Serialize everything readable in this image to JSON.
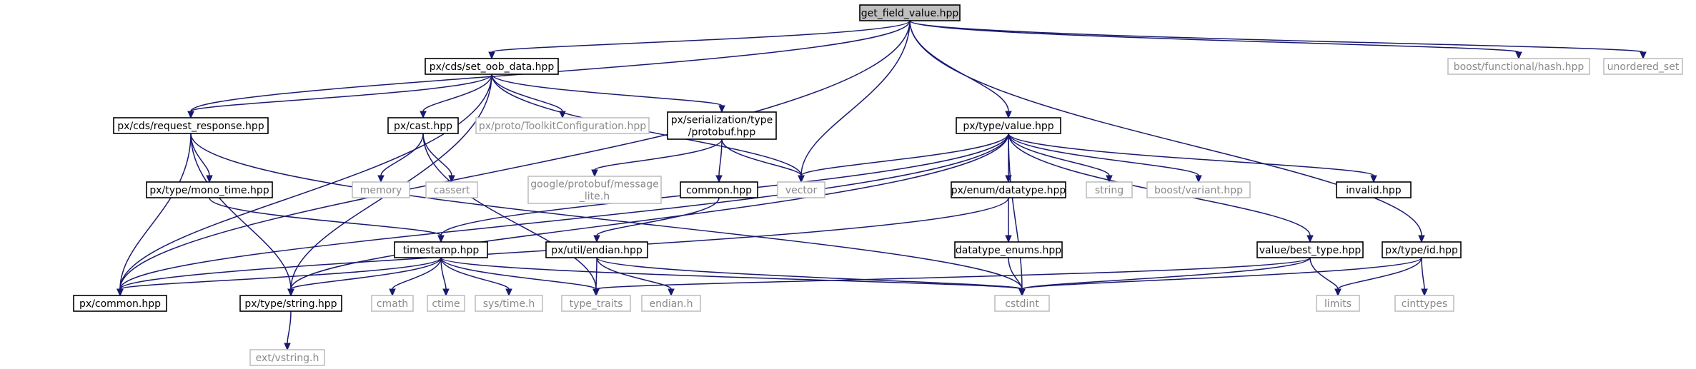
{
  "graph": {
    "colors": {
      "edge": "#191970",
      "node_border": "#000000",
      "system_border": "#bfbfbf",
      "root_fill": "#bfbfbf",
      "system_text": "#8a8a8a"
    },
    "nodes": [
      {
        "id": "root",
        "label": "get_field_value.hpp",
        "kind": "root"
      },
      {
        "id": "set_oob",
        "label": "px/cds/set_oob_data.hpp",
        "kind": "doc"
      },
      {
        "id": "boost_hash",
        "label": "boost/functional/hash.hpp",
        "kind": "sys"
      },
      {
        "id": "unordered_set",
        "label": "unordered_set",
        "kind": "sys"
      },
      {
        "id": "request_response",
        "label": "px/cds/request_response.hpp",
        "kind": "doc"
      },
      {
        "id": "cast",
        "label": "px/cast.hpp",
        "kind": "doc"
      },
      {
        "id": "toolkit",
        "label": "px/proto/ToolkitConfiguration.hpp",
        "kind": "sys"
      },
      {
        "id": "protobuf",
        "label": [
          "px/serialization/type",
          "/protobuf.hpp"
        ],
        "kind": "doc"
      },
      {
        "id": "type_value",
        "label": "px/type/value.hpp",
        "kind": "doc"
      },
      {
        "id": "memory",
        "label": "memory",
        "kind": "sys"
      },
      {
        "id": "cassert",
        "label": "cassert",
        "kind": "sys"
      },
      {
        "id": "msg_lite",
        "label": [
          "google/protobuf/message",
          "_lite.h"
        ],
        "kind": "sys"
      },
      {
        "id": "common_hpp",
        "label": "common.hpp",
        "kind": "doc"
      },
      {
        "id": "vector",
        "label": "vector",
        "kind": "sys"
      },
      {
        "id": "string",
        "label": "string",
        "kind": "sys"
      },
      {
        "id": "boost_variant",
        "label": "boost/variant.hpp",
        "kind": "sys"
      },
      {
        "id": "invalid",
        "label": "invalid.hpp",
        "kind": "doc"
      },
      {
        "id": "mono_time",
        "label": "px/type/mono_time.hpp",
        "kind": "doc"
      },
      {
        "id": "datatype",
        "label": "px/enum/datatype.hpp",
        "kind": "doc"
      },
      {
        "id": "timestamp",
        "label": "timestamp.hpp",
        "kind": "doc"
      },
      {
        "id": "endian",
        "label": "px/util/endian.hpp",
        "kind": "doc"
      },
      {
        "id": "datatype_enums",
        "label": "datatype_enums.hpp",
        "kind": "doc"
      },
      {
        "id": "best_type",
        "label": "value/best_type.hpp",
        "kind": "doc"
      },
      {
        "id": "type_id",
        "label": "px/type/id.hpp",
        "kind": "doc"
      },
      {
        "id": "px_common",
        "label": "px/common.hpp",
        "kind": "doc"
      },
      {
        "id": "px_string",
        "label": "px/type/string.hpp",
        "kind": "doc"
      },
      {
        "id": "cmath",
        "label": "cmath",
        "kind": "sys"
      },
      {
        "id": "ctime",
        "label": "ctime",
        "kind": "sys"
      },
      {
        "id": "sys_time",
        "label": "sys/time.h",
        "kind": "sys"
      },
      {
        "id": "type_traits",
        "label": "type_traits",
        "kind": "sys"
      },
      {
        "id": "endian_h",
        "label": "endian.h",
        "kind": "sys"
      },
      {
        "id": "cstdint",
        "label": "cstdint",
        "kind": "sys"
      },
      {
        "id": "limits",
        "label": "limits",
        "kind": "sys"
      },
      {
        "id": "cinttypes",
        "label": "cinttypes",
        "kind": "sys"
      },
      {
        "id": "ext_vstring",
        "label": "ext/vstring.h",
        "kind": "sys"
      }
    ],
    "edges": [
      [
        "root",
        "set_oob"
      ],
      [
        "root",
        "boost_hash"
      ],
      [
        "root",
        "unordered_set"
      ],
      [
        "root",
        "request_response"
      ],
      [
        "root",
        "px_common"
      ],
      [
        "root",
        "vector"
      ],
      [
        "root",
        "type_value"
      ],
      [
        "root",
        "type_id"
      ],
      [
        "set_oob",
        "request_response"
      ],
      [
        "set_oob",
        "cast"
      ],
      [
        "set_oob",
        "toolkit"
      ],
      [
        "set_oob",
        "protobuf"
      ],
      [
        "set_oob",
        "vector"
      ],
      [
        "set_oob",
        "px_common"
      ],
      [
        "set_oob",
        "px_string"
      ],
      [
        "request_response",
        "mono_time"
      ],
      [
        "request_response",
        "px_common"
      ],
      [
        "request_response",
        "px_string"
      ],
      [
        "request_response",
        "cstdint"
      ],
      [
        "cast",
        "memory"
      ],
      [
        "cast",
        "cassert"
      ],
      [
        "cast",
        "type_traits"
      ],
      [
        "protobuf",
        "msg_lite"
      ],
      [
        "protobuf",
        "common_hpp"
      ],
      [
        "protobuf",
        "vector"
      ],
      [
        "common_hpp",
        "endian"
      ],
      [
        "type_value",
        "vector"
      ],
      [
        "type_value",
        "string"
      ],
      [
        "type_value",
        "boost_variant"
      ],
      [
        "type_value",
        "invalid"
      ],
      [
        "type_value",
        "datatype"
      ],
      [
        "type_value",
        "best_type"
      ],
      [
        "type_value",
        "cstdint"
      ],
      [
        "type_value",
        "timestamp"
      ],
      [
        "type_value",
        "px_string"
      ],
      [
        "type_value",
        "px_common"
      ],
      [
        "mono_time",
        "timestamp"
      ],
      [
        "datatype",
        "datatype_enums"
      ],
      [
        "datatype",
        "px_common"
      ],
      [
        "datatype_enums",
        "cstdint"
      ],
      [
        "timestamp",
        "px_common"
      ],
      [
        "timestamp",
        "px_string"
      ],
      [
        "timestamp",
        "cmath"
      ],
      [
        "timestamp",
        "ctime"
      ],
      [
        "timestamp",
        "sys_time"
      ],
      [
        "timestamp",
        "type_traits"
      ],
      [
        "timestamp",
        "cstdint"
      ],
      [
        "endian",
        "type_traits"
      ],
      [
        "endian",
        "endian_h"
      ],
      [
        "endian",
        "cstdint"
      ],
      [
        "best_type",
        "limits"
      ],
      [
        "best_type",
        "cstdint"
      ],
      [
        "best_type",
        "type_traits"
      ],
      [
        "type_id",
        "limits"
      ],
      [
        "type_id",
        "cinttypes"
      ],
      [
        "type_id",
        "cstdint"
      ],
      [
        "px_string",
        "ext_vstring"
      ]
    ]
  }
}
